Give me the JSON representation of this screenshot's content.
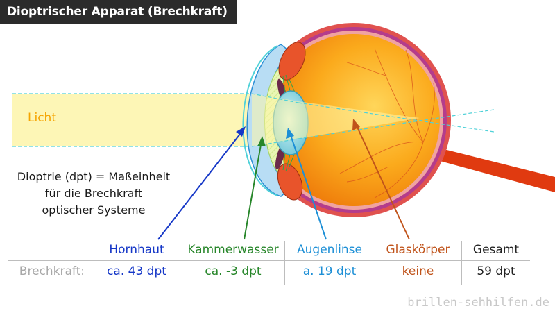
{
  "title": "Dioptrischer Apparat (Brechkraft)",
  "light_label": "Licht",
  "definition_lines": [
    "Dioptrie (dpt) = Maßeinheit",
    "für die Brechkraft",
    "optischer Systeme"
  ],
  "table": {
    "row_label": "Brechkraft:",
    "columns": [
      {
        "name": "Hornhaut",
        "value": "ca. 43 dpt",
        "color": "#1537c7"
      },
      {
        "name": "Kammerwasser",
        "value": "ca. -3 dpt",
        "color": "#27862a"
      },
      {
        "name": "Augenlinse",
        "value": "a. 19 dpt",
        "color": "#1d8fd6"
      },
      {
        "name": "Glaskörper",
        "value": "keine",
        "color": "#c0531a"
      },
      {
        "name": "Gesamt",
        "value": "59 dpt",
        "color": "#222222"
      }
    ]
  },
  "watermark": "brillen-sehhilfen.de",
  "colors": {
    "light_beam": "#fdf6b6",
    "light_text": "#f5a400",
    "eyeball": "#f79a13",
    "optic_nerve": "#e03a10",
    "cornea": "#b8ddf4",
    "iris": "#e8542b",
    "lens": "#7dd0de"
  }
}
